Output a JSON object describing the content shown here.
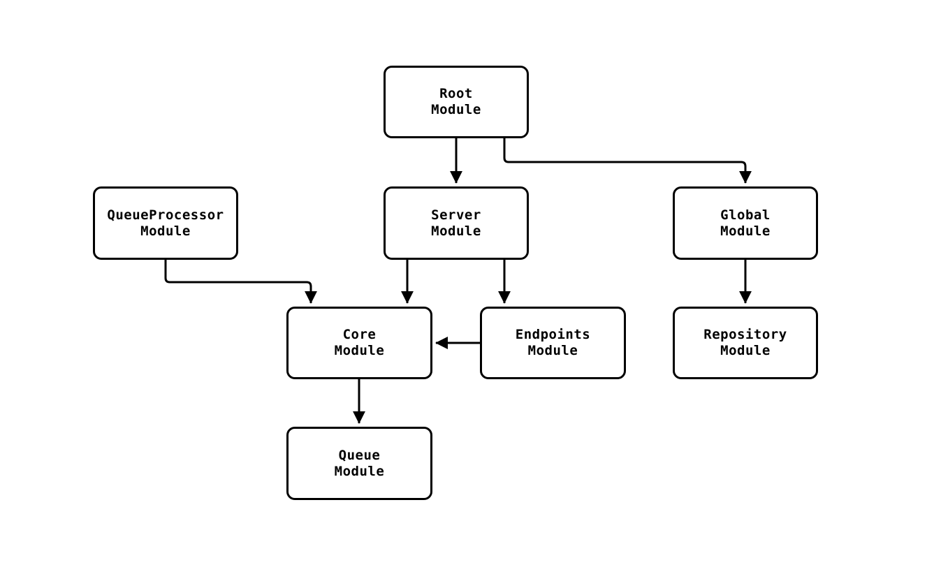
{
  "diagram": {
    "type": "flowchart",
    "direction": "top-down",
    "nodes": [
      {
        "id": "root",
        "lines": [
          "Root",
          "Module"
        ]
      },
      {
        "id": "queueprocessor",
        "lines": [
          "QueueProcessor",
          "Module"
        ]
      },
      {
        "id": "server",
        "lines": [
          "Server",
          "Module"
        ]
      },
      {
        "id": "global",
        "lines": [
          "Global",
          "Module"
        ]
      },
      {
        "id": "core",
        "lines": [
          "Core",
          "Module"
        ]
      },
      {
        "id": "endpoints",
        "lines": [
          "Endpoints",
          "Module"
        ]
      },
      {
        "id": "repository",
        "lines": [
          "Repository",
          "Module"
        ]
      },
      {
        "id": "queue",
        "lines": [
          "Queue",
          "Module"
        ]
      }
    ],
    "edges": [
      {
        "from": "root",
        "to": "server"
      },
      {
        "from": "root",
        "to": "global"
      },
      {
        "from": "server",
        "to": "core"
      },
      {
        "from": "server",
        "to": "endpoints"
      },
      {
        "from": "queueprocessor",
        "to": "core"
      },
      {
        "from": "endpoints",
        "to": "core"
      },
      {
        "from": "global",
        "to": "repository"
      },
      {
        "from": "core",
        "to": "queue"
      }
    ],
    "colors": {
      "background": "#ffffff",
      "node_fill": "#ffffff",
      "node_border": "#000000",
      "edge": "#000000",
      "text": "#000000"
    }
  }
}
